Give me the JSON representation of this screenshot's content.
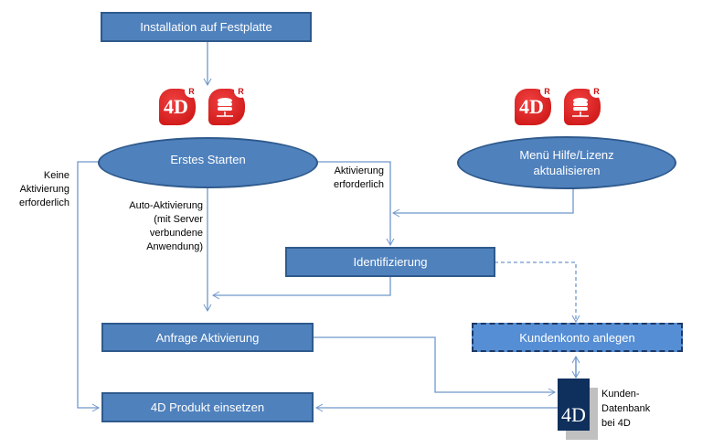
{
  "nodes": {
    "installation": "Installation auf  Festplatte",
    "erstes_starten": "Erstes Starten",
    "menu_hilfe": "Menü Hilfe/Lizenz aktualisieren",
    "identifizierung": "Identifizierung",
    "anfrage_aktivierung": "Anfrage Aktivierung",
    "kundenkonto": "Kundenkonto  anlegen",
    "produkt_einsetzen": "4D Produkt  einsetzen",
    "kunden_datenbank": "Kunden-\nDatenbank\nbei 4D"
  },
  "labels": {
    "keine_aktivierung": "Keine Aktivierung erforderlich",
    "aktivierung_erforderlich": "Aktivierung erforderlich",
    "auto_aktivierung": "Auto-Aktivierung (mit Server verbundene Anwendung)"
  },
  "icons": {
    "app_badge": "R",
    "app_4d_glyph": "4D",
    "logo_text": "4D"
  },
  "colors": {
    "box_fill": "#4f81bd",
    "box_border": "#2f5a8c",
    "dashed_fill": "#558ed5",
    "connector": "#6f98cc",
    "icon_red": "#d41c1c",
    "logo_navy": "#0f2f5c"
  }
}
